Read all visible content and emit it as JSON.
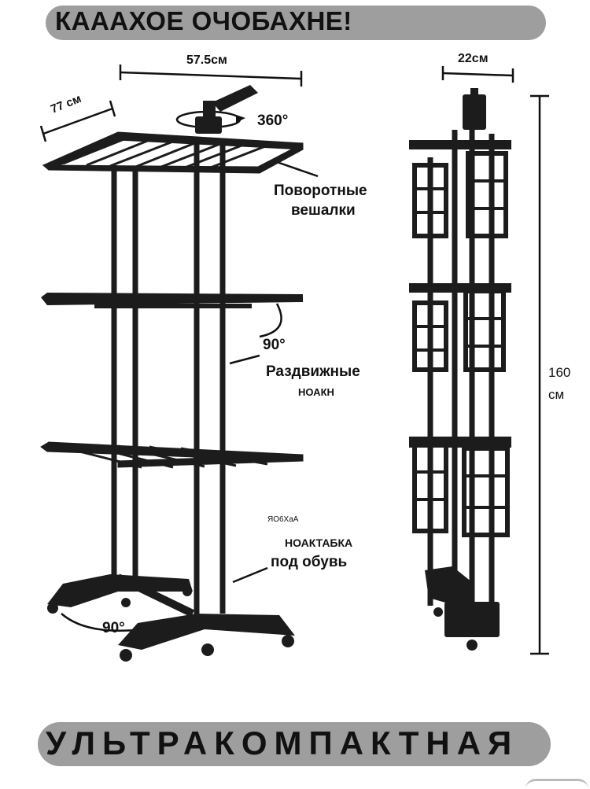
{
  "header": {
    "title": "КАААХОЕ ОЧОБАХНЕ!"
  },
  "footer": {
    "title": "УЛЬТРАКОМПАКТНАЯ"
  },
  "dimensions": {
    "width": "57.5см",
    "depth": "77 см",
    "folded_depth": "22см",
    "height_value": "160",
    "height_unit": "см",
    "rotation": "360°",
    "angle_wings": "90°",
    "angle_base": "90°"
  },
  "features": {
    "rotating_line1": "Поворотные",
    "rotating_line2": "вешалки",
    "sliding_line1": "Раздвижные",
    "sliding_line2": "НОАКН",
    "tiny_note": "ЯО6ХаА",
    "shelf_line1": "НОАКТАБКА",
    "shelf_line2": "под обувь"
  },
  "colors": {
    "banner": "#9e9e9e",
    "frame": "#1c1c1c",
    "text": "#111111"
  }
}
